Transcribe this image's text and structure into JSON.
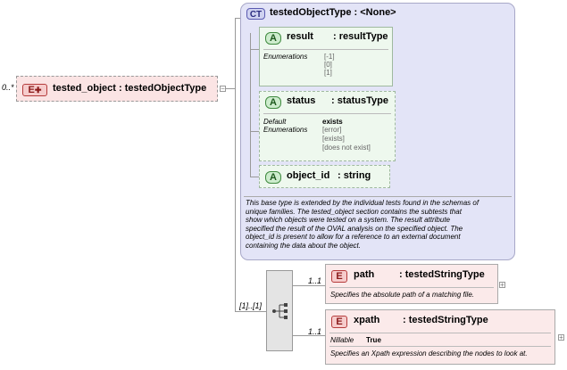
{
  "root": {
    "multiplicity": "0..*",
    "badge": "E",
    "name": "tested_object",
    "separator": " : ",
    "type": "testedObjectType"
  },
  "complex_type": {
    "badge": "CT",
    "title": "testedObjectType : <None>",
    "attributes": [
      {
        "badge": "A",
        "name": "result",
        "type": ": resultType",
        "rows": [
          {
            "label": "Enumerations",
            "values": [
              "[-1]",
              "[0]",
              "[1]"
            ]
          }
        ]
      },
      {
        "badge": "A",
        "name": "status",
        "type": ": statusType",
        "rows": [
          {
            "label": "Default",
            "values": [
              "exists"
            ]
          },
          {
            "label": "Enumerations",
            "values": [
              "[error]",
              "[exists]",
              "[does not exist]"
            ]
          }
        ]
      },
      {
        "badge": "A",
        "name": "object_id",
        "type": ": string",
        "rows": []
      }
    ],
    "documentation": [
      "This base type is extended by the individual tests found in the schemas of",
      "unique families.  The tested_object section contains the subtests that",
      "show which objects were tested on a system. The result attribute",
      "specified the result of the OVAL analysis on the specified object. The",
      "object_id is present to allow for a reference to an external document",
      "containing the data about the object."
    ]
  },
  "sequence": {
    "multiplicity": "[1]..[1]"
  },
  "children": [
    {
      "multiplicity": "1..1",
      "badge": "E",
      "name": "path",
      "type": ": testedStringType",
      "properties": [],
      "doc": "Specifies the absolute path of a matching file."
    },
    {
      "multiplicity": "1..1",
      "badge": "E",
      "name": "xpath",
      "type": ": testedStringType",
      "properties": [
        {
          "label": "Nillable",
          "value": "True"
        }
      ],
      "doc": "Specifies an Xpath expression describing the nodes to look at."
    }
  ],
  "colors": {
    "element_fill": "#fbeaea",
    "attribute_fill": "#eef8ee",
    "complex_type_fill": "#e3e4f7",
    "line": "#999999"
  }
}
